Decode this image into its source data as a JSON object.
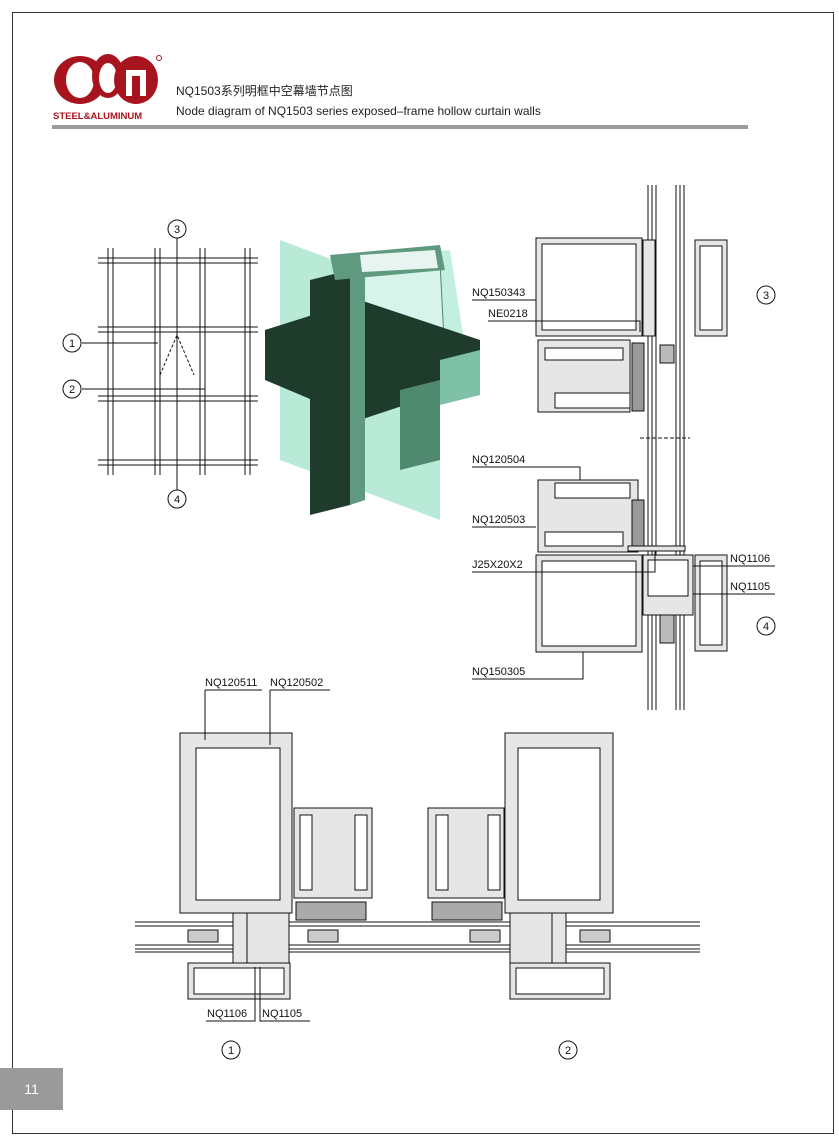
{
  "header": {
    "logo_text": "STEEL&ALUMINUM",
    "title_cn": "NQ1503系列明框中空幕墙节点图",
    "title_en": "Node diagram of NQ1503 series exposed–frame hollow curtain walls"
  },
  "colors": {
    "brand": "#a8141e",
    "glass": "#7fd9b8",
    "frame_dark": "#1f3b2c",
    "rule": "#9a9a9a"
  },
  "elevation": {
    "markers": [
      "1",
      "2",
      "3",
      "4"
    ]
  },
  "vertical_section": {
    "marker_top": "3",
    "marker_bottom": "4",
    "labels": [
      "NQ150343",
      "NE0218",
      "NQ120504",
      "NQ120503",
      "J25X20X2",
      "NQ150305",
      "NQ1106",
      "NQ1105"
    ]
  },
  "horizontal_section": {
    "labels_top": [
      "NQ120511",
      "NQ120502"
    ],
    "labels_bottom": [
      "NQ1106",
      "NQ1105"
    ],
    "marker_left": "1",
    "marker_right": "2"
  },
  "page_number": "11"
}
